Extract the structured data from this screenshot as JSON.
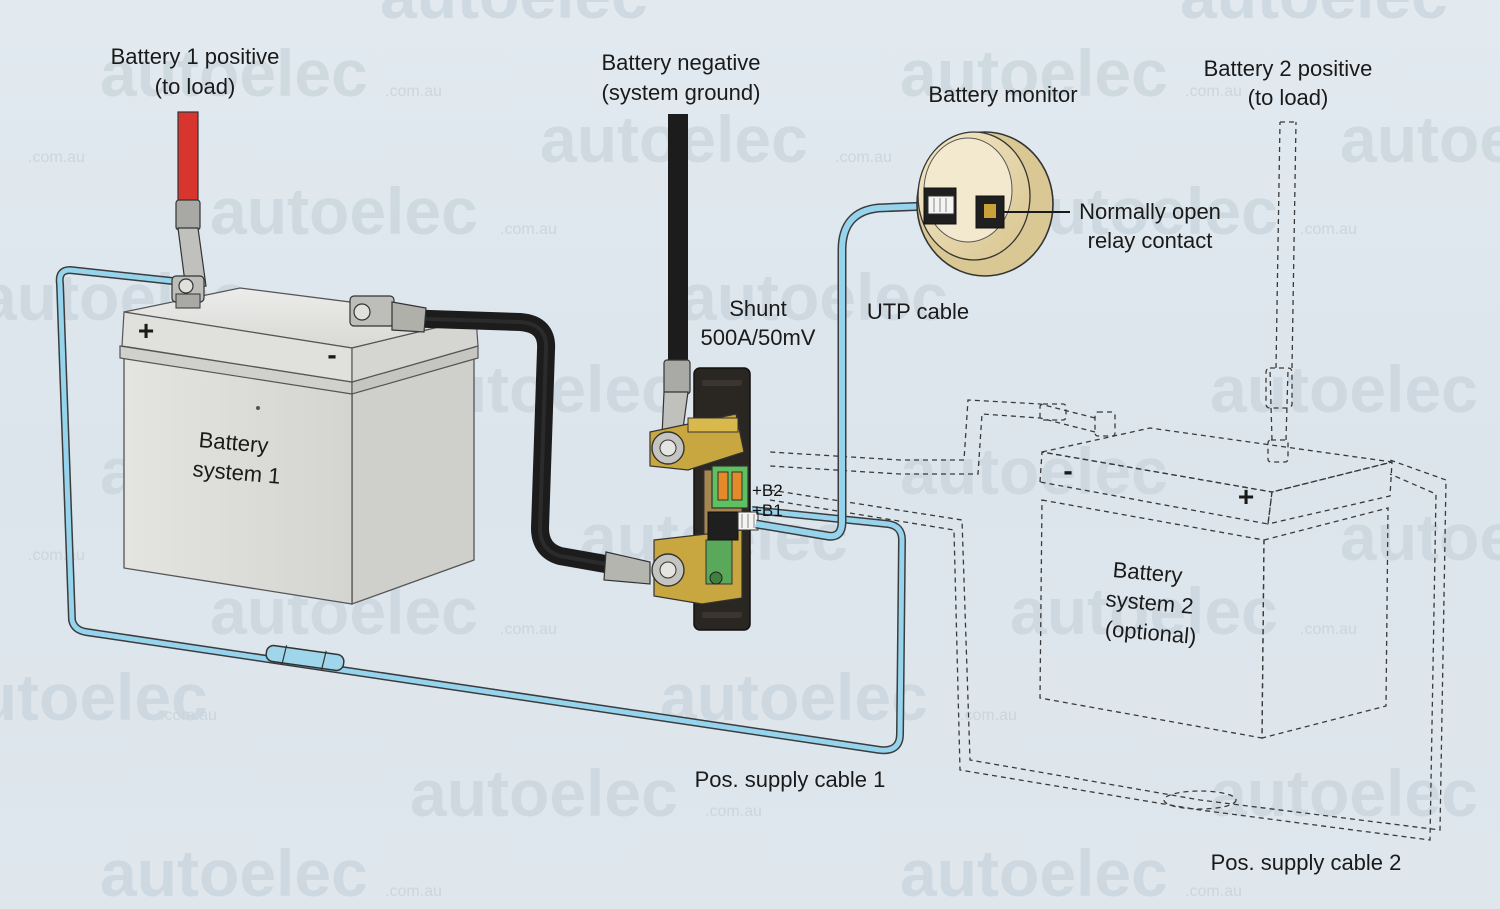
{
  "labels": {
    "battery1_positive_line1": "Battery 1 positive",
    "battery1_positive_line2": "(to load)",
    "battery_negative_line1": "Battery negative",
    "battery_negative_line2": "(system ground)",
    "battery_monitor": "Battery monitor",
    "battery2_positive_line1": "Battery 2 positive",
    "battery2_positive_line2": "(to load)",
    "relay_line1": "Normally open",
    "relay_line2": "relay contact",
    "shunt_line1": "Shunt",
    "shunt_line2": "500A/50mV",
    "utp_cable": "UTP cable",
    "battery1_line1": "Battery",
    "battery1_line2": "system 1",
    "battery2_line1": "Battery",
    "battery2_line2": "system 2",
    "battery2_line3": "(optional)",
    "pos_supply_cable1": "Pos. supply cable 1",
    "pos_supply_cable2": "Pos. supply cable 2",
    "terminal_b2": "+B2",
    "terminal_b1": "+B1",
    "plus_sign": "+",
    "minus_sign": "-"
  },
  "watermark": {
    "brand": "autoelec",
    "domain": ".com.au"
  },
  "colors": {
    "background": "#dfe8ee",
    "cable_blue": "#8fd0ec",
    "cable_black": "#1c1c1c",
    "positive_red": "#d8352f",
    "battery_body": "#e6e6e3",
    "shunt_brass": "#c8a640",
    "terminal_green": "#5aa85a"
  }
}
